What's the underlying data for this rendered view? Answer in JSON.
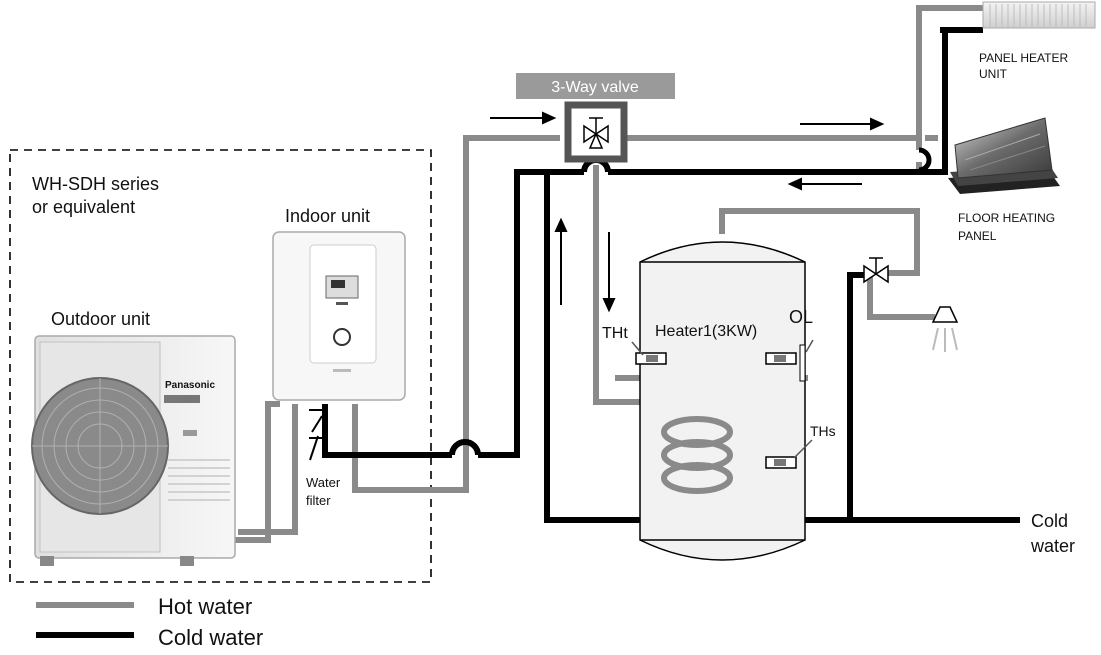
{
  "labels": {
    "valve": "3-Way valve",
    "panel_heater_line1": "PANEL HEATER",
    "panel_heater_line2": "UNIT",
    "floor_heating_line1": "FLOOR HEATING",
    "floor_heating_line2": "PANEL",
    "series_line1": "WH-SDH series",
    "series_line2": "or equivalent",
    "indoor_unit": "Indoor unit",
    "outdoor_unit": "Outdoor unit",
    "tht": "THt",
    "heater": "Heater1(3KW)",
    "ol": "OL",
    "ths": "THs",
    "water_filter_line1": "Water",
    "water_filter_line2": "filter",
    "cold_water_line1": "Cold",
    "cold_water_line2": "water",
    "brand": "Panasonic"
  },
  "legend": [
    {
      "label": "Hot water",
      "color": "#8a8a8a"
    },
    {
      "label": "Cold water",
      "color": "#000000"
    }
  ],
  "colors": {
    "hot_pipe": "#8a8a8a",
    "cold_pipe": "#000000",
    "valve_label_bg": "#9a9a9a",
    "tank_fill": "#f2f2f2"
  }
}
